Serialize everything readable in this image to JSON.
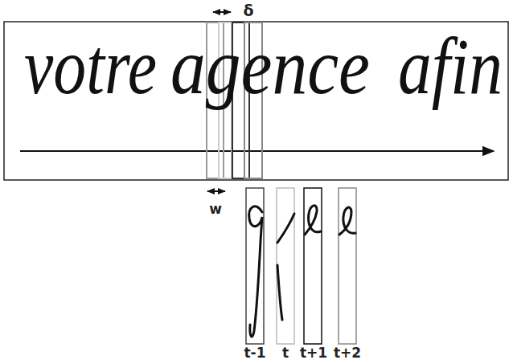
{
  "diagram": {
    "labels": [
      "votre",
      "agence",
      "afin",
      "δ",
      "w",
      "t-1",
      "t",
      "t+1",
      "t+2"
    ]
  }
}
